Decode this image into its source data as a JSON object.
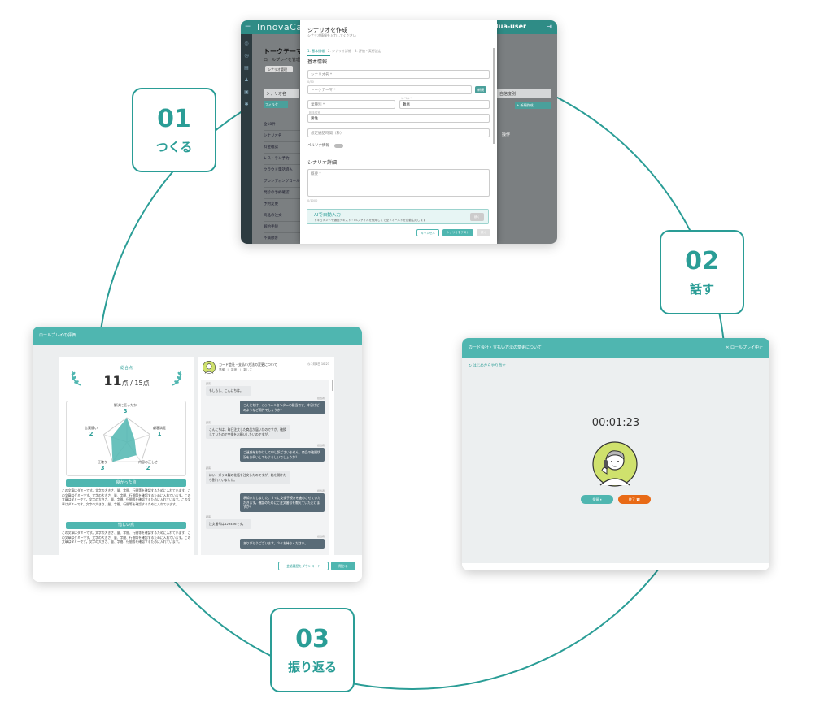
{
  "steps": [
    {
      "num": "01",
      "label": "つくる"
    },
    {
      "num": "02",
      "label": "話す"
    },
    {
      "num": "03",
      "label": "振り返る"
    }
  ],
  "colors": {
    "accent": "#2a9d96",
    "header": "#4fb6b0",
    "end_call": "#e86a16",
    "dark_bubble": "#596b77"
  },
  "create": {
    "brand": "InnovaCall",
    "user": "ulua-user",
    "bg_title": "トークテーマ管",
    "bg_subtitle": "ロールプレイを管理",
    "bg_tab": "シナリオ管理",
    "bg_search": "シナリオ名",
    "bg_filter_btn": "フィルタ",
    "bg_select": "自信度別",
    "bg_new_btn": "+ 新規作成",
    "bg_rows": [
      "全18件",
      "シナリオ名",
      "料金確認",
      "レストラン予約",
      "クラウド電話導入",
      "ブレンディングコール",
      "問診の予約確認",
      "予約変更",
      "商品の注文",
      "解約手続",
      "不満顧客"
    ],
    "bg_ops_header": "操作",
    "modal_title": "シナリオを作成",
    "modal_subtitle": "シナリオ情報を入力してください",
    "wizard": [
      "1. 基本情報",
      "2. シナリオ詳細",
      "3. 評価・実行設定"
    ],
    "section_basic": "基本情報",
    "f_name": "シナリオ名 *",
    "f_name_hint": "0/50",
    "f_theme": "トークテーマ *",
    "f_theme_btn": "新規",
    "f_field": "業種別 *",
    "f_level_label": "レベル *",
    "f_level": "難易",
    "f_gender_label": "相手性別",
    "f_gender": "男性",
    "f_time": "想定通話時間（秒）",
    "f_persona": "ペルソナ情報",
    "section_detail": "シナリオ詳細",
    "f_detail": "概要 *",
    "f_detail_hint": "0/1000",
    "ai_title": "AIで自動入力",
    "ai_desc": "ドキュメントや通話テキスト・CSファイルを使用してで全フィールドを自動生成します",
    "ai_btn": "続く",
    "btn_cancel": "キャンセル",
    "btn_test": "シナリオをテスト",
    "btn_next": "続く"
  },
  "talk": {
    "header": "カード会社・支払い方法の変更について",
    "close": "✕ ロールプレイ中止",
    "back": "はじめからやり直す",
    "timer": "00:01:23",
    "btn_mute": "保留 ⏸",
    "btn_end": "終了 ☎"
  },
  "review": {
    "header": "ロールプレイの評価",
    "total_label": "総合点",
    "score": "11",
    "score_suffix": "点 / 15点",
    "radar": [
      {
        "label": "解決に至ったか",
        "value": "3"
      },
      {
        "label": "顧客満足",
        "value": "1"
      },
      {
        "label": "内容の正しさ",
        "value": "2"
      },
      {
        "label": "正確り",
        "value": "3"
      },
      {
        "label": "言葉遣い",
        "value": "2"
      }
    ],
    "good_title": "良かった点",
    "good_text": "この文章はダミーです。文字の大きさ、量、字間、行間等を確認するために入れています。この文章はダミーです。文字の大きさ、量、字間、行間等を確認するために入れています。この文章はダミーです。文字の大きさ、量、字間、行間等を確認するために入れています。この文章はダミーです。文字の大きさ、量、字間、行間等を確認するために入れています。",
    "bad_title": "惜しい点",
    "bad_text": "この文章はダミーです。文字の大きさ、量、字間、行間等を確認するために入れています。この文章はダミーです。文字の大きさ、量、字間、行間等を確認するために入れています。この文章はダミーです。文字の大きさ、量、字間、行間等を確認するために入れています。",
    "chat_title": "カード会社・支払い方法の変更について",
    "chat_meta": "業種　|　難度　|　難しさ",
    "chat_date": "2月4日 10:23",
    "messages": [
      {
        "side": "l",
        "text": "もしもし、こんにちは。",
        "meta": "顧客"
      },
      {
        "side": "r",
        "text": "こんにちは。○○コールセンターの担当です。本日はどのようなご用件でしょうか？",
        "meta": "担当者"
      },
      {
        "side": "l",
        "text": "こんにちは。昨日注文した商品が届いたのですが、破損していたので交換をお願いしたいのですが。",
        "meta": "顧客"
      },
      {
        "side": "r",
        "text": "ご迷惑をおかけして申し訳ございません。商品の破損状況をお伺いしてもよろしいでしょうか？",
        "meta": "担当者"
      },
      {
        "side": "l",
        "text": "はい、ガラス製の花瓶を注文したのですが、箱を開けたら割れていました。",
        "meta": "顧客"
      },
      {
        "side": "r",
        "text": "承知いたしました。すぐに交換手続きを進めさせていただきます。確認のためにご注文番号を教えていただけますか？",
        "meta": "担当者"
      },
      {
        "side": "l",
        "text": "注文番号は123456です。",
        "meta": "顧客"
      },
      {
        "side": "r",
        "text": "ありがとうございます。少々お待ちください。",
        "meta": "担当者"
      }
    ],
    "btn_download": "会話履歴をダウンロード",
    "btn_close": "閉じる"
  }
}
